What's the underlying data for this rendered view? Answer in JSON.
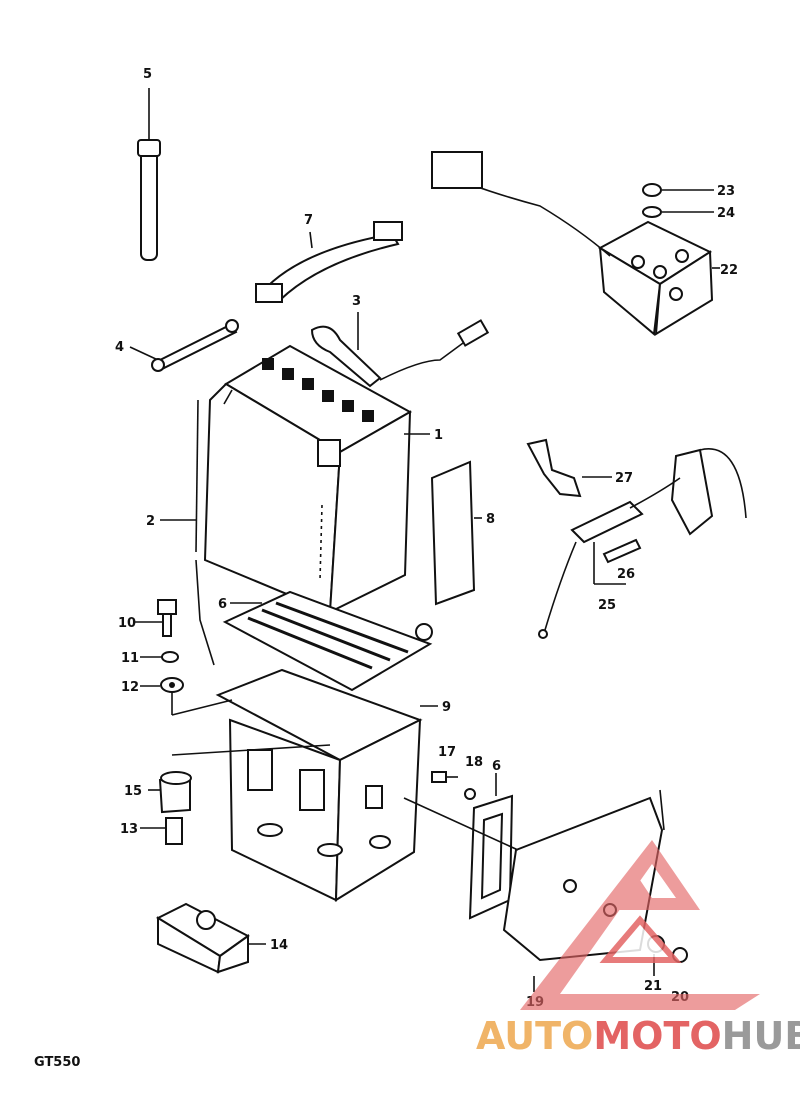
{
  "model_label": "GT550",
  "callouts": [
    {
      "id": "c1",
      "text": "1"
    },
    {
      "id": "c2",
      "text": "2"
    },
    {
      "id": "c3",
      "text": "3"
    },
    {
      "id": "c4",
      "text": "4"
    },
    {
      "id": "c5",
      "text": "5"
    },
    {
      "id": "c6",
      "text": "6"
    },
    {
      "id": "c7",
      "text": "7"
    },
    {
      "id": "c8",
      "text": "8"
    },
    {
      "id": "c9",
      "text": "9"
    },
    {
      "id": "c10",
      "text": "10"
    },
    {
      "id": "c11",
      "text": "11"
    },
    {
      "id": "c12",
      "text": "12"
    },
    {
      "id": "c13",
      "text": "13"
    },
    {
      "id": "c14",
      "text": "14"
    },
    {
      "id": "c15",
      "text": "15"
    },
    {
      "id": "c16",
      "text": "6"
    },
    {
      "id": "c17",
      "text": "17"
    },
    {
      "id": "c18",
      "text": "18"
    },
    {
      "id": "c19",
      "text": "19"
    },
    {
      "id": "c20",
      "text": "20"
    },
    {
      "id": "c21",
      "text": "21"
    },
    {
      "id": "c22",
      "text": "22"
    },
    {
      "id": "c23",
      "text": "23"
    },
    {
      "id": "c24",
      "text": "24"
    },
    {
      "id": "c25",
      "text": "25"
    },
    {
      "id": "c26",
      "text": "26"
    },
    {
      "id": "c27",
      "text": "27"
    }
  ],
  "watermark": {
    "part1": "AUTO",
    "part2": "MOTO",
    "part3": "HUB",
    "color_main": "#e8a0a0",
    "color_red": "#e36464",
    "color_gray": "#9a9a9a"
  }
}
